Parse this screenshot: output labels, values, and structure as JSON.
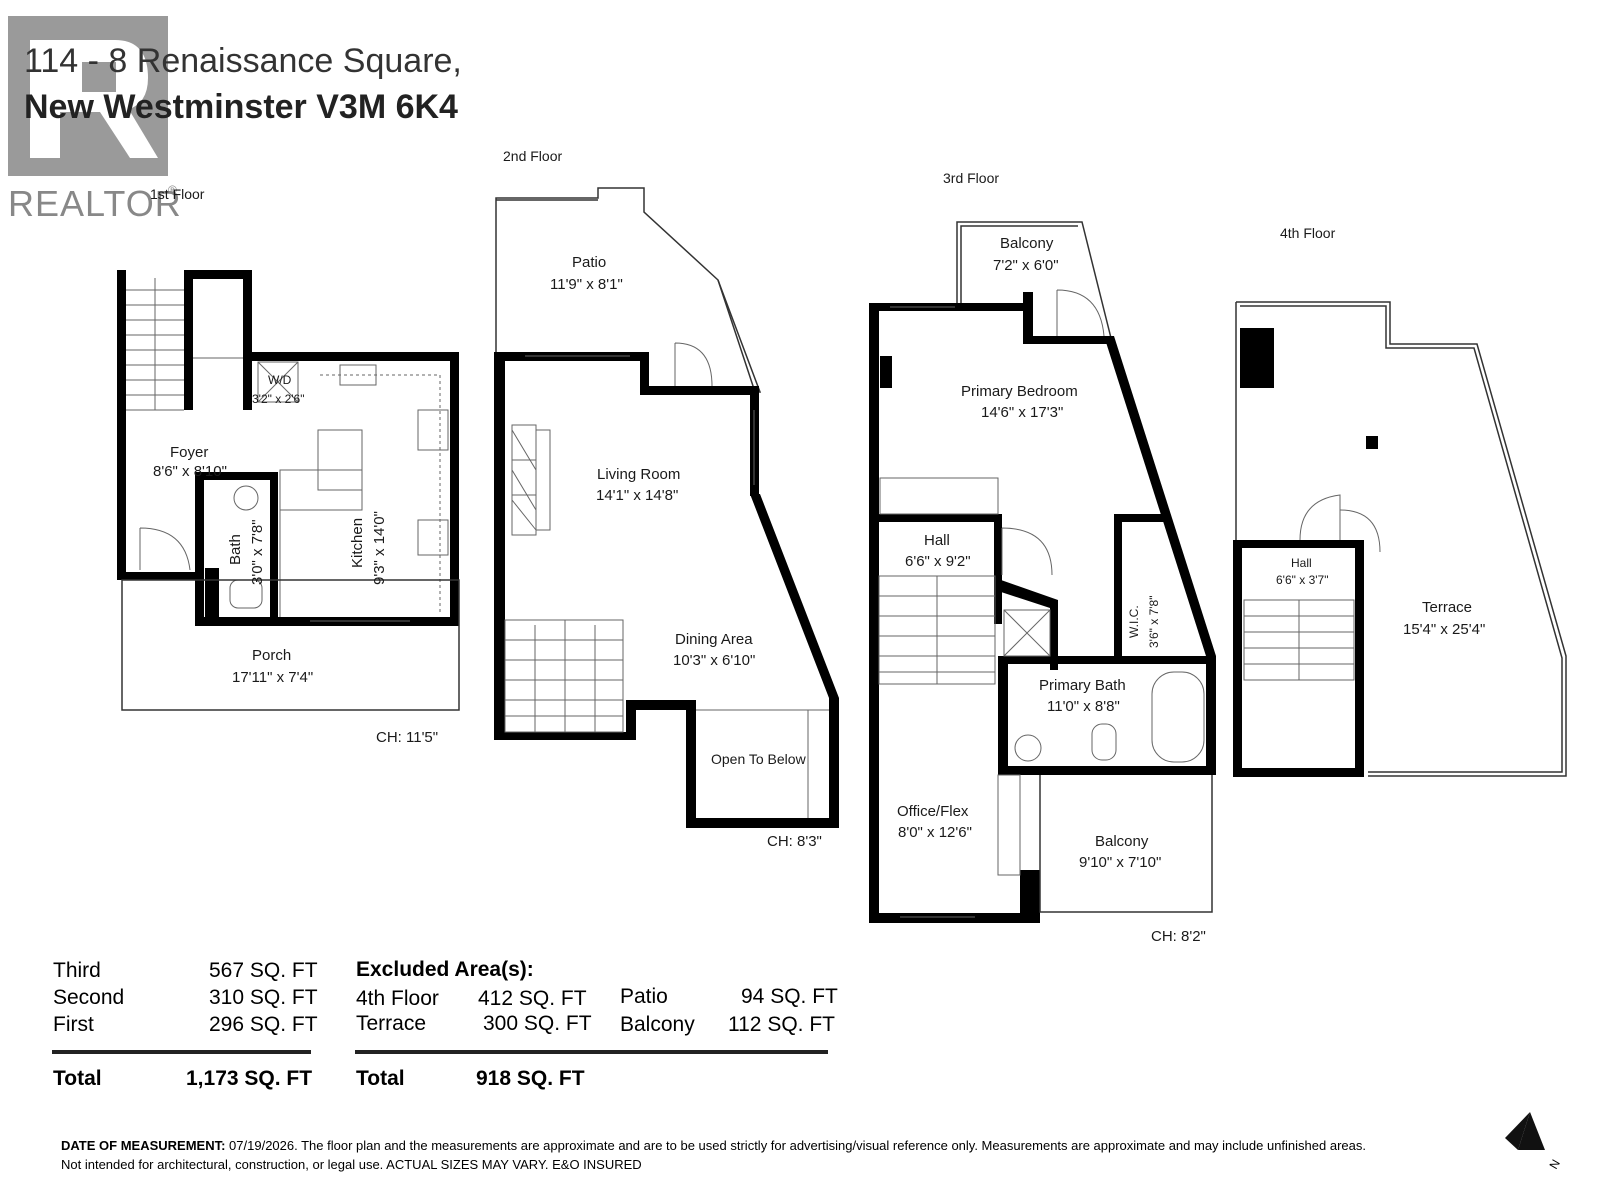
{
  "header": {
    "line1": "114 - 8 Renaissance Square,",
    "line2": "New Westminster V3M 6K4",
    "logo_text": "REALTOR",
    "logo_mark": "®"
  },
  "floors": {
    "first": {
      "label": "1st Floor",
      "ceiling": "CH: 11'5\""
    },
    "second": {
      "label": "2nd Floor",
      "ceiling": "CH: 8'3\""
    },
    "third": {
      "label": "3rd Floor",
      "ceiling": "CH: 8'2\""
    },
    "fourth": {
      "label": "4th Floor"
    }
  },
  "rooms": {
    "foyer": {
      "name": "Foyer",
      "dim": "8'6\" x 8'10\""
    },
    "wd": {
      "name": "W/D",
      "dim": "3'2\" x 2'6\""
    },
    "bath": {
      "name": "Bath",
      "dim": "3'0\" x 7'8\""
    },
    "kitchen": {
      "name": "Kitchen",
      "dim": "9'3\" x 14'0\""
    },
    "porch": {
      "name": "Porch",
      "dim": "17'11\" x 7'4\""
    },
    "patio": {
      "name": "Patio",
      "dim": "11'9\" x 8'1\""
    },
    "living": {
      "name": "Living Room",
      "dim": "14'1\" x 14'8\""
    },
    "dining": {
      "name": "Dining Area",
      "dim": "10'3\" x 6'10\""
    },
    "open_below": {
      "name": "Open To Below"
    },
    "balcony_top": {
      "name": "Balcony",
      "dim": "7'2\" x 6'0\""
    },
    "primary_bed": {
      "name": "Primary Bedroom",
      "dim": "14'6\" x 17'3\""
    },
    "hall3": {
      "name": "Hall",
      "dim": "6'6\" x 9'2\""
    },
    "wic": {
      "name": "W.I.C.",
      "dim": "3'6\" x 7'8\""
    },
    "primary_bath": {
      "name": "Primary Bath",
      "dim": "11'0\" x 8'8\""
    },
    "office": {
      "name": "Office/Flex",
      "dim": "8'0\" x 12'6\""
    },
    "balcony_bot": {
      "name": "Balcony",
      "dim": "9'10\" x 7'10\""
    },
    "hall4": {
      "name": "Hall",
      "dim": "6'6\" x 3'7\""
    },
    "terrace": {
      "name": "Terrace",
      "dim": "15'4\" x 25'4\""
    }
  },
  "areas": {
    "rows": [
      {
        "name": "Third",
        "value": "567 SQ. FT"
      },
      {
        "name": "Second",
        "value": "310 SQ. FT"
      },
      {
        "name": "First",
        "value": "296 SQ. FT"
      }
    ],
    "total_label": "Total",
    "total_value": "1,173 SQ. FT"
  },
  "excluded": {
    "title": "Excluded Area(s):",
    "rows_left": [
      {
        "name": "4th Floor",
        "value": "412 SQ. FT"
      },
      {
        "name": "Terrace",
        "value": "300 SQ. FT"
      }
    ],
    "rows_right": [
      {
        "name": "Patio",
        "value": "94 SQ. FT"
      },
      {
        "name": "Balcony",
        "value": "112 SQ. FT"
      }
    ],
    "total_label": "Total",
    "total_value": "918 SQ. FT"
  },
  "footer": {
    "bold": "DATE OF MEASUREMENT:",
    "line1": " 07/19/2026. The floor plan and the measurements are approximate and are to be used strictly for advertising/visual reference only.  Measurements are approximate and may include unfinished areas.",
    "line2": "Not intended for architectural, construction, or legal use. ACTUAL SIZES MAY VARY. E&O INSURED"
  },
  "compass": {
    "letter": "N"
  }
}
